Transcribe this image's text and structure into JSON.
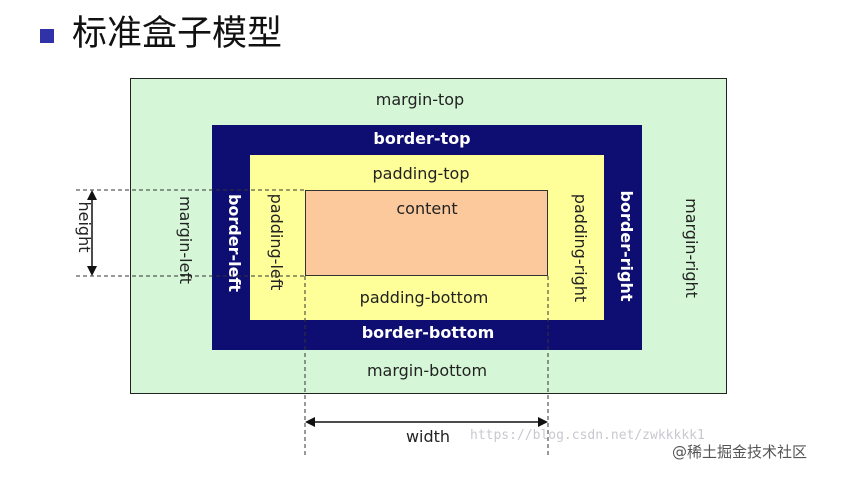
{
  "title": "标准盒子模型",
  "labels": {
    "margin_top": "margin-top",
    "margin_bottom": "margin-bottom",
    "margin_left": "margin-left",
    "margin_right": "margin-right",
    "border_top": "border-top",
    "border_bottom": "border-bottom",
    "border_left": "border-left",
    "border_right": "border-right",
    "padding_top": "padding-top",
    "padding_bottom": "padding-bottom",
    "padding_left": "padding-left",
    "padding_right": "padding-right",
    "content": "content",
    "height": "height",
    "width": "width"
  },
  "watermark": "https://blog.csdn.net/zwkkkkk1",
  "attribution": "@稀土掘金技术社区",
  "colors": {
    "margin": "#d5f7d7",
    "border": "#0e0e72",
    "padding": "#ffff99",
    "content": "#fbc99c",
    "bullet": "#3232a8"
  }
}
